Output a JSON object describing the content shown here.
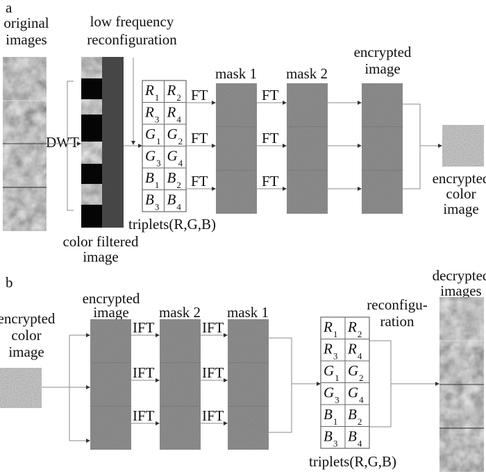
{
  "panel_a": {
    "label": "a",
    "original_images": [
      "original",
      "images"
    ],
    "low_freq": [
      "low frequency",
      "reconfiguration"
    ],
    "dwt": "DWT",
    "ft": "FT",
    "mask1": "mask 1",
    "mask2": "mask 2",
    "encrypted_image": [
      "encrypted",
      "image"
    ],
    "encrypted_color_image": [
      "encrypted",
      "color",
      "image"
    ],
    "color_filtered": [
      "color filtered",
      "image"
    ],
    "triplets": "triplets(R,G,B)"
  },
  "panel_b": {
    "label": "b",
    "encrypted_color_image": [
      "encrypted",
      "color",
      "image"
    ],
    "encrypted_image": [
      "encrypted",
      "image"
    ],
    "ift": "IFT",
    "mask2": "mask 2",
    "mask1": "mask 1",
    "reconfiguration": [
      "reconfigu-",
      "ration"
    ],
    "decrypted_images": [
      "decrypted",
      "images"
    ],
    "triplets": "triplets(R,G,B)"
  },
  "triplet_table": [
    [
      {
        "l": "R",
        "s": "1"
      },
      {
        "l": "R",
        "s": "2"
      }
    ],
    [
      {
        "l": "R",
        "s": "3"
      },
      {
        "l": "R",
        "s": "4"
      }
    ],
    [
      {
        "l": "G",
        "s": "1"
      },
      {
        "l": "G",
        "s": "2"
      }
    ],
    [
      {
        "l": "G",
        "s": "3"
      },
      {
        "l": "G",
        "s": "4"
      }
    ],
    [
      {
        "l": "B",
        "s": "1"
      },
      {
        "l": "B",
        "s": "2"
      }
    ],
    [
      {
        "l": "B",
        "s": "3"
      },
      {
        "l": "B",
        "s": "4"
      }
    ]
  ],
  "colors": {
    "mask": "#3a3a3a",
    "line": "#888888",
    "filtered_bg": "#050505"
  }
}
